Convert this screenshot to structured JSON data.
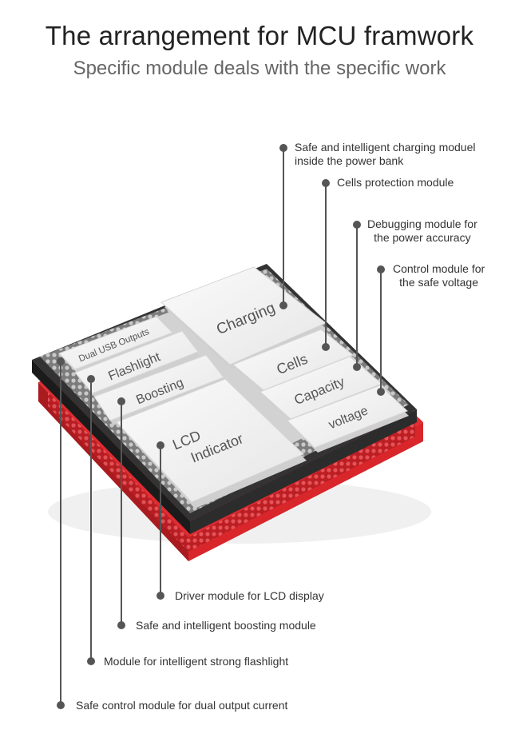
{
  "title": "The arrangement for MCU framwork",
  "subtitle": "Specific module deals with the specific work",
  "modules": {
    "charging": "Charging",
    "cells": "Cells",
    "capacity": "Capacity",
    "voltage": "voltage",
    "dual_usb": "Dual USB Outputs",
    "flashlight": "Flashlight",
    "boosting": "Boosting",
    "lcd_line1": "LCD",
    "lcd_line2": "Indicator"
  },
  "callouts": {
    "charging_l1": "Safe and intelligent charging moduel",
    "charging_l2": "inside the power bank",
    "cells": "Cells protection module",
    "capacity_l1": "Debugging module for",
    "capacity_l2": "the power accuracy",
    "voltage_l1": "Control module for",
    "voltage_l2": "the safe voltage",
    "lcd": "Driver module for LCD display",
    "boosting": "Safe and intelligent boosting module",
    "flashlight": "Module for intelligent strong flashlight",
    "dual_usb": "Safe control module for dual output current"
  },
  "colors": {
    "board_red": "#d8262b",
    "board_dark": "#2a2a2a",
    "module_fill": "#f2f2f2",
    "pin": "#b8b8b8",
    "leader": "#555555"
  }
}
